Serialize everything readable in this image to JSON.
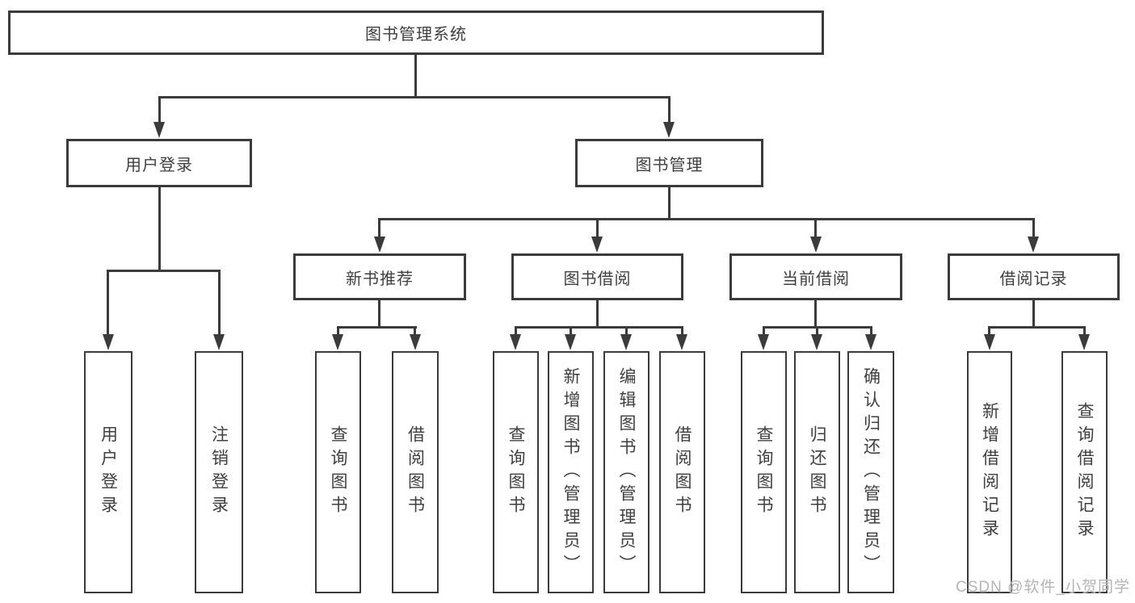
{
  "diagram": {
    "root": {
      "label": "图书管理系统"
    },
    "user_login": {
      "label": "用户登录",
      "children": [
        {
          "label": "用户登录"
        },
        {
          "label": "注销登录"
        }
      ]
    },
    "book_mgmt": {
      "label": "图书管理",
      "children": [
        {
          "label": "新书推荐",
          "children": [
            {
              "label": "查询图书"
            },
            {
              "label": "借阅图书"
            }
          ]
        },
        {
          "label": "图书借阅",
          "children": [
            {
              "label": "查询图书"
            },
            {
              "label": "新增图书（管理员）"
            },
            {
              "label": "编辑图书（管理员）"
            },
            {
              "label": "借阅图书"
            }
          ]
        },
        {
          "label": "当前借阅",
          "children": [
            {
              "label": "查询图书"
            },
            {
              "label": "归还图书"
            },
            {
              "label": "确认归还（管理员）"
            }
          ]
        },
        {
          "label": "借阅记录",
          "children": [
            {
              "label": "新增借阅记录"
            },
            {
              "label": "查询借阅记录"
            }
          ]
        }
      ]
    }
  },
  "colors": {
    "line": "#3b3b3b",
    "text": "#3f3f3f",
    "watermark": "#b5b5b5"
  },
  "watermark": "CSDN @软件_小贺同学"
}
